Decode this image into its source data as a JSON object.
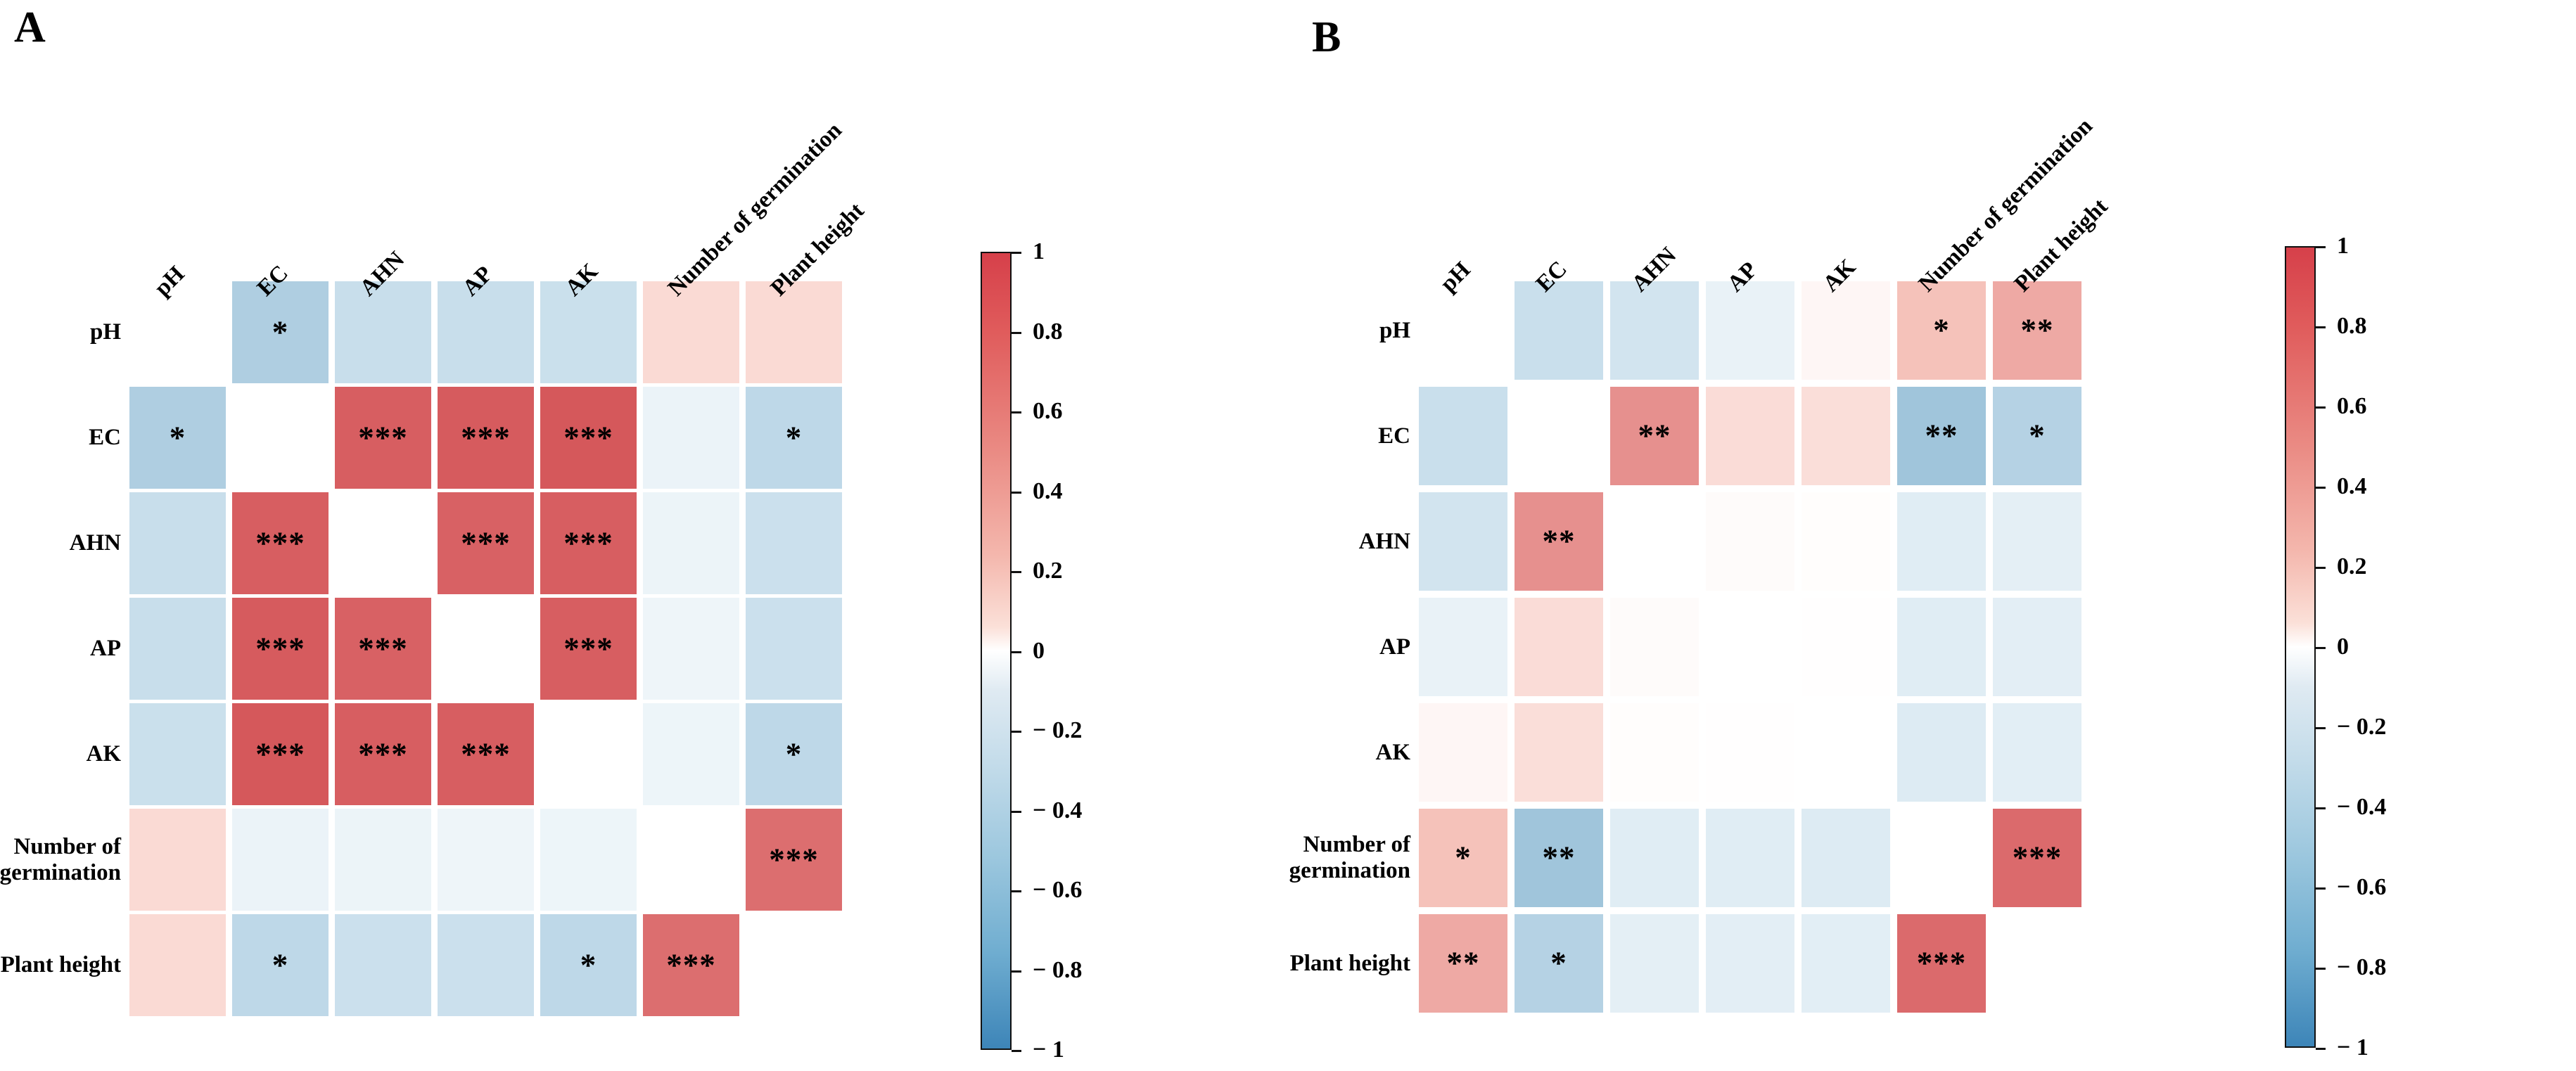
{
  "figure": {
    "panels": [
      {
        "letter": "A",
        "id": "panel-a"
      },
      {
        "letter": "B",
        "id": "panel-b"
      }
    ],
    "variables": [
      "pH",
      "EC",
      "AHN",
      "AP",
      "AK",
      "Number of germination",
      "Plant height"
    ],
    "significance_legend": {
      "p05": "*",
      "p01": "**",
      "p001": "***"
    }
  },
  "colorbar": {
    "min": -1,
    "max": 1,
    "tick_labels": [
      "1",
      "0.8",
      "0.6",
      "0.4",
      "0.2",
      "0",
      "− 0.2",
      "− 0.4",
      "− 0.6",
      "− 0.8",
      "− 1"
    ],
    "tick_values": [
      1,
      0.8,
      0.6,
      0.4,
      0.2,
      0,
      -0.2,
      -0.4,
      -0.6,
      -0.8,
      -1
    ],
    "high_color": "#d6404a",
    "mid_color": "#ffffff",
    "low_color": "#3d85b8"
  },
  "chart_data": [
    {
      "type": "heatmap",
      "panel": "A",
      "title": "A",
      "xlabel": "",
      "ylabel": "",
      "grid": false,
      "legend_position": "right",
      "categories": [
        "pH",
        "EC",
        "AHN",
        "AP",
        "AK",
        "Number of germination",
        "Plant height"
      ],
      "row_labels": [
        "pH",
        "EC",
        "AHN",
        "AP",
        "AK",
        "Number of germination",
        "Plant height"
      ],
      "col_labels": [
        "pH",
        "EC",
        "AHN",
        "AP",
        "AK",
        "Number of germination",
        "Plant height"
      ],
      "zlim": [
        -1,
        1
      ],
      "values": [
        [
          null,
          -0.57,
          -0.47,
          -0.47,
          -0.45,
          0.34,
          0.34
        ],
        [
          -0.57,
          null,
          0.84,
          0.85,
          0.86,
          -0.17,
          -0.52
        ],
        [
          -0.47,
          0.84,
          null,
          0.83,
          0.84,
          -0.16,
          -0.44
        ],
        [
          -0.47,
          0.85,
          0.83,
          null,
          0.84,
          -0.14,
          -0.44
        ],
        [
          -0.45,
          0.86,
          0.84,
          0.84,
          null,
          -0.15,
          -0.52
        ],
        [
          0.34,
          -0.17,
          -0.16,
          -0.14,
          -0.15,
          null,
          0.79
        ],
        [
          0.34,
          -0.52,
          -0.44,
          -0.44,
          -0.52,
          0.79,
          null
        ]
      ],
      "significance": [
        [
          "",
          "*",
          "",
          "",
          "",
          "",
          ""
        ],
        [
          "*",
          "",
          "***",
          "***",
          "***",
          "",
          "*"
        ],
        [
          "",
          "***",
          "",
          "***",
          "***",
          "",
          ""
        ],
        [
          "",
          "***",
          "***",
          "",
          "***",
          "",
          ""
        ],
        [
          "",
          "***",
          "***",
          "***",
          "",
          "",
          "*"
        ],
        [
          "",
          "",
          "",
          "",
          "",
          "",
          "***"
        ],
        [
          "",
          "*",
          "",
          "",
          "*",
          "***",
          ""
        ]
      ]
    },
    {
      "type": "heatmap",
      "panel": "B",
      "title": "B",
      "xlabel": "",
      "ylabel": "",
      "grid": false,
      "legend_position": "right",
      "categories": [
        "pH",
        "EC",
        "AHN",
        "AP",
        "AK",
        "Number of germination",
        "Plant height"
      ],
      "row_labels": [
        "pH",
        "EC",
        "AHN",
        "AP",
        "AK",
        "Number of germination",
        "Plant height"
      ],
      "col_labels": [
        "pH",
        "EC",
        "AHN",
        "AP",
        "AK",
        "Number of germination",
        "Plant height"
      ],
      "zlim": [
        -1,
        1
      ],
      "values": [
        [
          null,
          -0.46,
          -0.38,
          -0.19,
          0.08,
          0.52,
          0.6
        ],
        [
          -0.46,
          null,
          0.68,
          0.32,
          0.3,
          -0.62,
          -0.55
        ],
        [
          -0.38,
          0.68,
          null,
          0.04,
          0.02,
          -0.26,
          -0.23
        ],
        [
          -0.19,
          0.32,
          0.04,
          null,
          0.01,
          -0.26,
          -0.24
        ],
        [
          0.08,
          0.3,
          0.02,
          0.01,
          null,
          -0.29,
          -0.25
        ],
        [
          0.52,
          -0.62,
          -0.26,
          -0.26,
          -0.29,
          null,
          0.8
        ],
        [
          0.6,
          -0.55,
          -0.23,
          -0.24,
          -0.25,
          0.8,
          null
        ]
      ],
      "significance": [
        [
          "",
          "",
          "",
          "",
          "",
          "*",
          "**"
        ],
        [
          "",
          "",
          "**",
          "",
          "",
          "**",
          "*"
        ],
        [
          "",
          "**",
          "",
          "",
          "",
          "",
          ""
        ],
        [
          "",
          "",
          "",
          "",
          "",
          "",
          ""
        ],
        [
          "",
          "",
          "",
          "",
          "",
          "",
          ""
        ],
        [
          "*",
          "**",
          "",
          "",
          "",
          "",
          "***"
        ],
        [
          "**",
          "*",
          "",
          "",
          "",
          "***",
          ""
        ]
      ]
    }
  ]
}
